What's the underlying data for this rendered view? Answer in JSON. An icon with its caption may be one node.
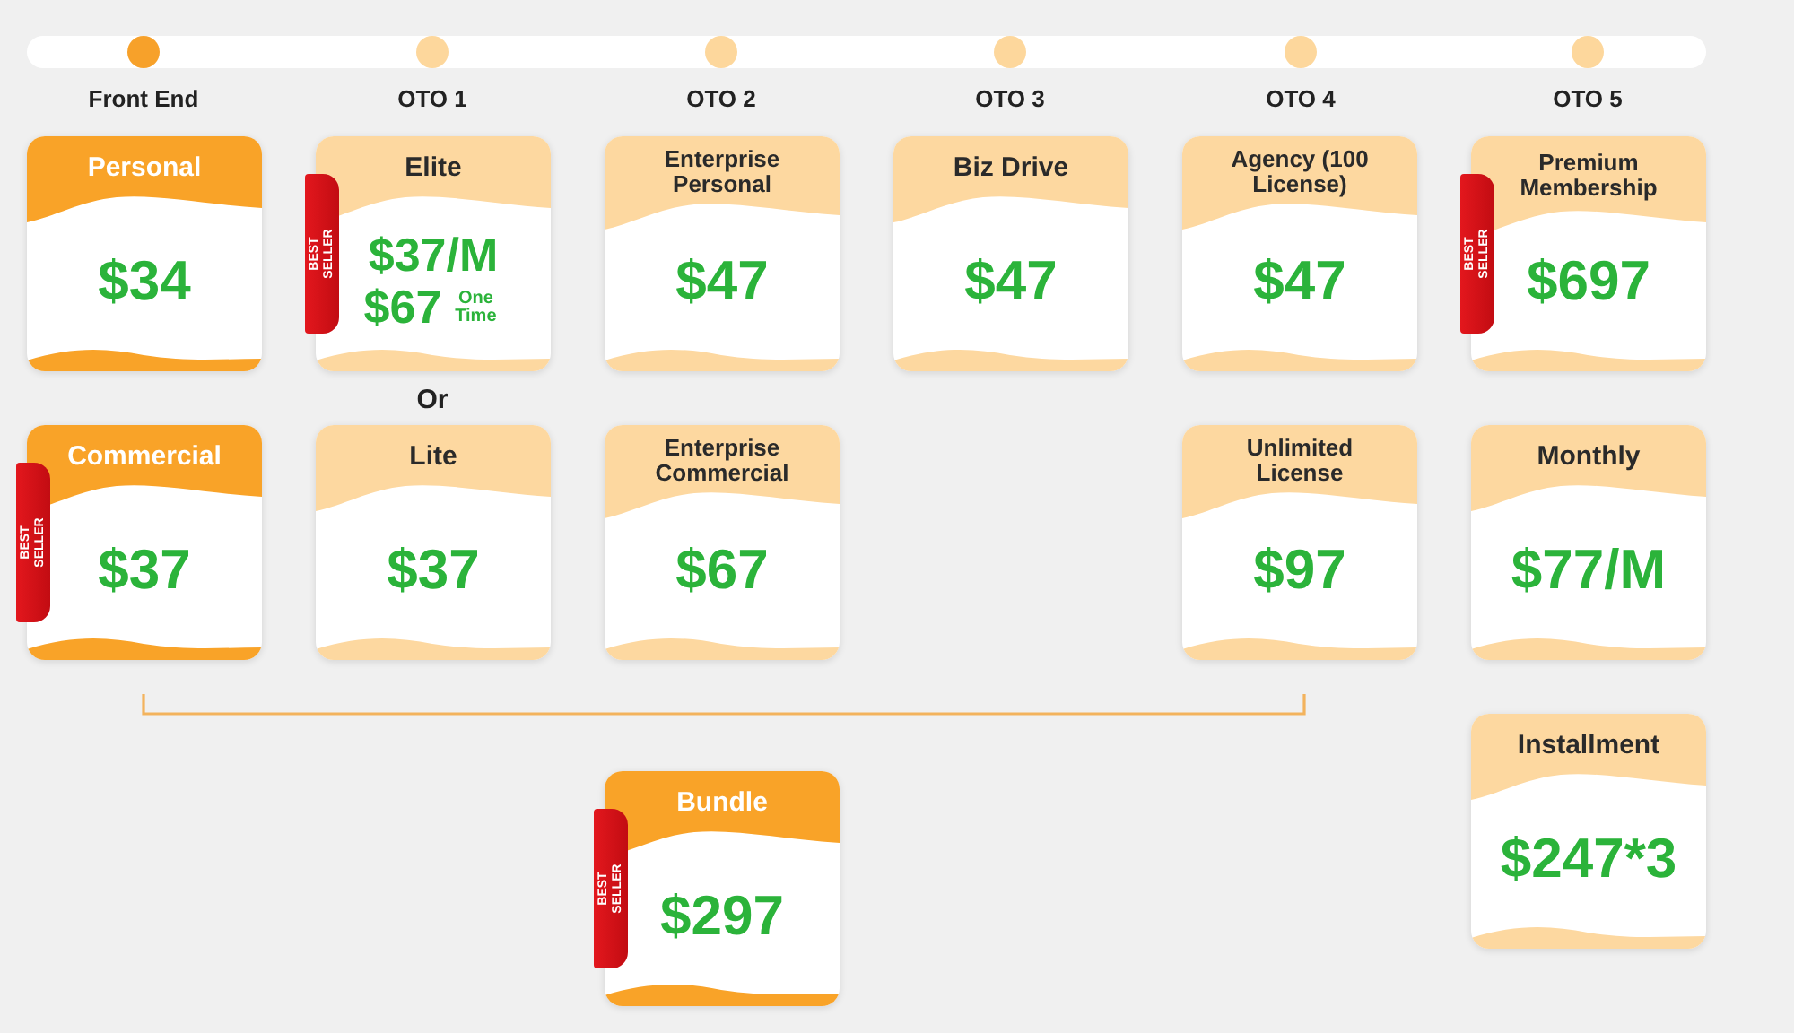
{
  "diagram": {
    "nodes": [
      {
        "text": [
          "Personal",
          "$34"
        ]
      },
      {
        "text": [
          "Elite",
          "BEST SELLER",
          "$37/M",
          "$67",
          "One Time"
        ]
      },
      {
        "text": [
          "Enterprise Personal",
          "$47"
        ]
      },
      {
        "text": [
          "Biz Drive",
          "$47"
        ]
      },
      {
        "text": [
          "Agency (100 License)",
          "$47"
        ]
      },
      {
        "text": [
          "Premium Membership",
          "BEST SELLER",
          "$697"
        ]
      },
      {
        "text": [
          "Commercial",
          "BEST SELLER",
          "$37"
        ]
      },
      {
        "text": [
          "Lite",
          "$37"
        ]
      },
      {
        "text": [
          "Enterprise Commercial",
          "$67"
        ]
      },
      {
        "text": [
          "Unlimited License",
          "$97"
        ]
      },
      {
        "text": [
          "Monthly",
          "$77/M"
        ]
      },
      {
        "text": [
          "Installment",
          "$247*3"
        ]
      },
      {
        "text": [
          "Bundle",
          "BEST SELLER",
          "$297"
        ]
      }
    ],
    "labels": [
      "Front End",
      "OTO 1",
      "OTO 2",
      "OTO 3",
      "OTO 4",
      "OTO 5",
      "Or"
    ]
  }
}
